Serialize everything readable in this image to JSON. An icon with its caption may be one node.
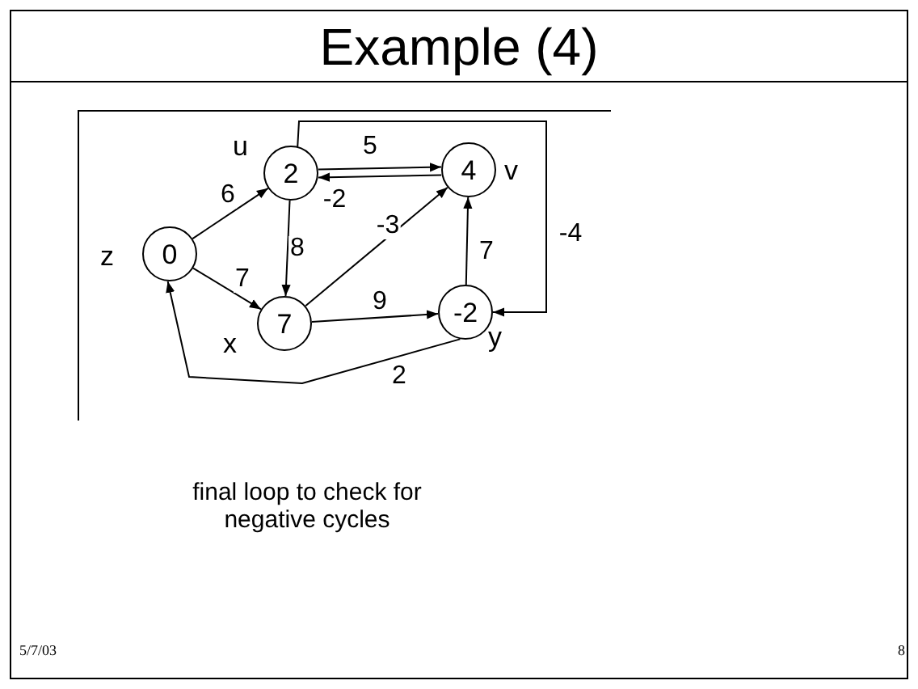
{
  "diagram": {
    "title": "Example (4)",
    "nodes": [
      {
        "text": [
          "0"
        ],
        "beside": [
          "z"
        ]
      },
      {
        "text": [
          "2"
        ],
        "beside": [
          "u"
        ]
      },
      {
        "text": [
          "4"
        ],
        "beside": [
          "v"
        ]
      },
      {
        "text": [
          "7"
        ],
        "beside": [
          "x"
        ]
      },
      {
        "text": [
          "-2"
        ],
        "beside": [
          "y"
        ]
      }
    ],
    "edges": [
      {
        "from": 0,
        "to": 1,
        "arrow": "to",
        "label": "6"
      },
      {
        "from": 0,
        "to": 3,
        "arrow": "to",
        "label": "7"
      },
      {
        "from": 1,
        "to": 2,
        "arrow": "to",
        "label": "5"
      },
      {
        "from": 2,
        "to": 1,
        "arrow": "to",
        "label": "-2"
      },
      {
        "from": 1,
        "to": 3,
        "arrow": "to",
        "label": "8"
      },
      {
        "from": 3,
        "to": 2,
        "arrow": "to",
        "label": "-3"
      },
      {
        "from": 3,
        "to": 4,
        "arrow": "to",
        "label": "9"
      },
      {
        "from": 4,
        "to": 2,
        "arrow": "to",
        "label": "7"
      },
      {
        "from": 1,
        "to": 4,
        "arrow": "to",
        "label": "-4"
      },
      {
        "from": 4,
        "to": 0,
        "arrow": "to",
        "label": "2"
      }
    ],
    "labels": [
      "final loop to check for negative cycles",
      "5/7/03",
      "8"
    ]
  }
}
